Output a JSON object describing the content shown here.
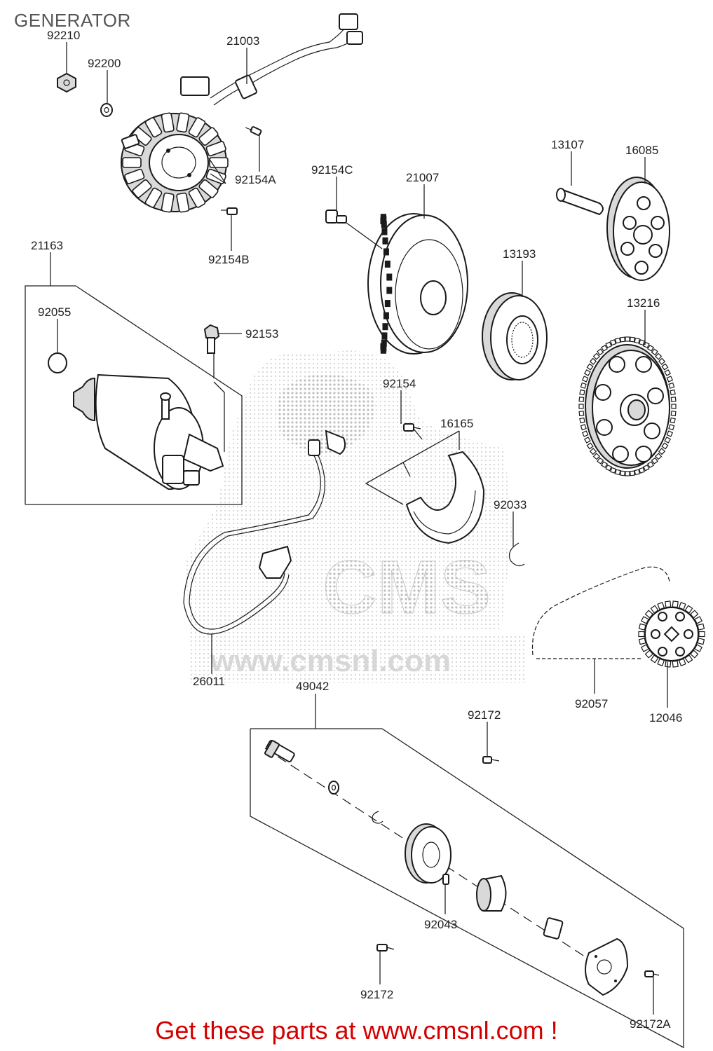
{
  "page_title": "GENERATOR",
  "footer_text": "Get these parts at www.cmsnl.com !",
  "watermark": {
    "brand": "CMS",
    "url": "www.cmsnl.com"
  },
  "colors": {
    "footer": "#d40000",
    "title": "#555555",
    "watermark": "#9a9a9a"
  },
  "labels": {
    "p92210": "92210",
    "p92200": "92200",
    "p21003": "21003",
    "p92154A": "92154A",
    "p92154B": "92154B",
    "p92154C": "92154C",
    "p21007": "21007",
    "p13107": "13107",
    "p16085": "16085",
    "p13193": "13193",
    "p21163": "21163",
    "p92055": "92055",
    "p92153": "92153",
    "p13216": "13216",
    "p92154": "92154",
    "p16165": "16165",
    "p92033": "92033",
    "p26011": "26011",
    "p49042": "49042",
    "p92172": "92172",
    "p92057": "92057",
    "p12046": "12046",
    "p92043": "92043",
    "p92172b": "92172",
    "p92172A": "92172A"
  }
}
